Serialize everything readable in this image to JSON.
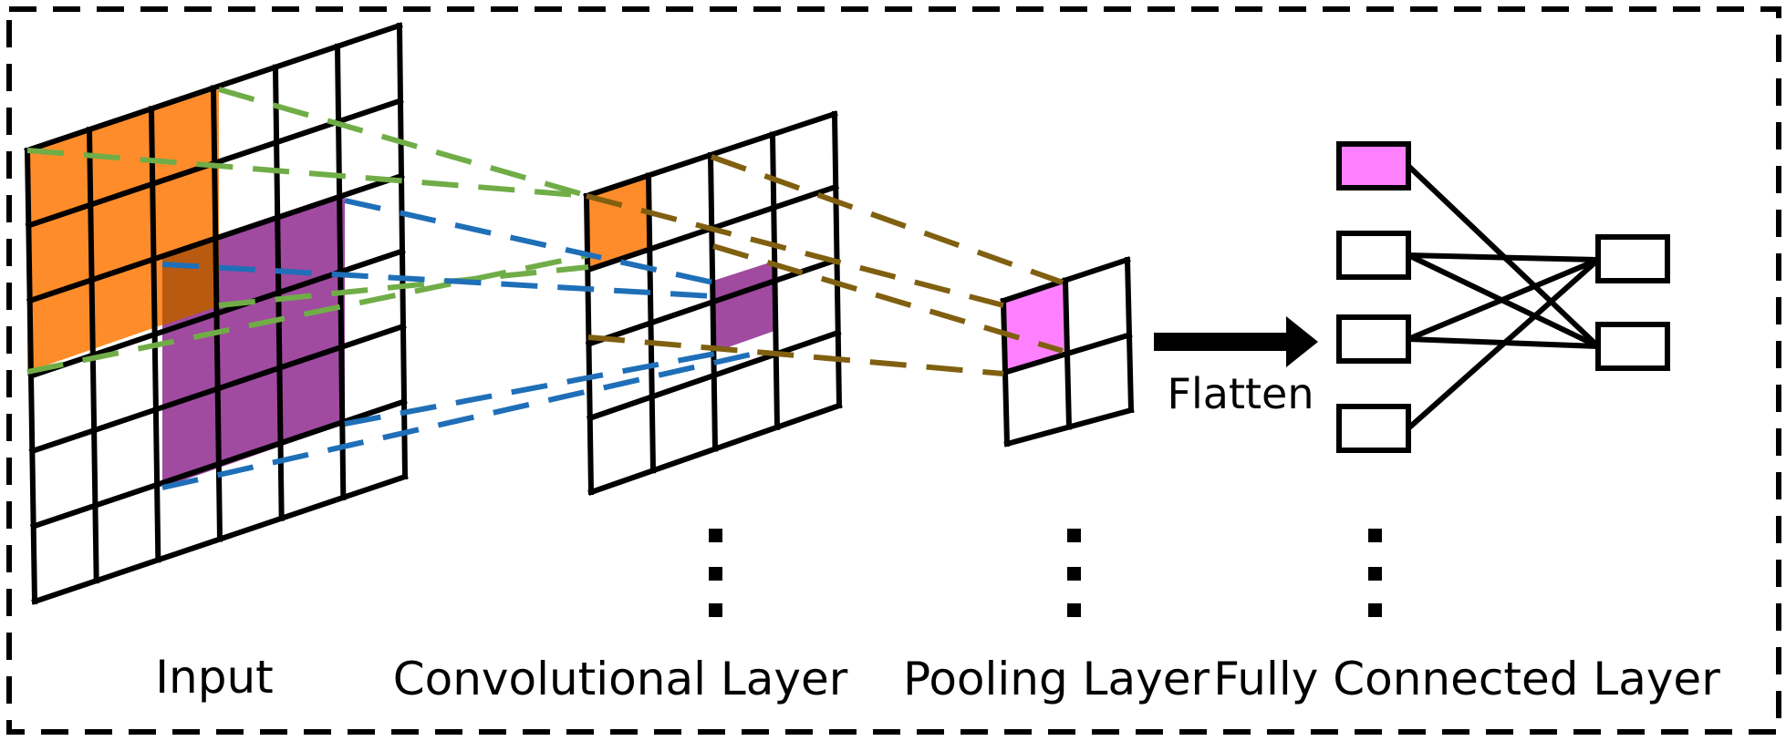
{
  "labels": {
    "input": "Input",
    "conv": "Convolutional Layer",
    "pool": "Pooling Layer",
    "fc": "Fully Connected Layer",
    "flatten": "Flatten"
  },
  "colors": {
    "orange": "#FF8C2A",
    "purple": "#A04AA0",
    "overlap": "#B85A10",
    "pink": "#FF80FF",
    "green_dash": "#70AD47",
    "blue_dash": "#1F6FB8",
    "brown_dash": "#806010"
  },
  "layers": {
    "input": {
      "rows": 6,
      "cols": 6
    },
    "conv": {
      "rows": 4,
      "cols": 4
    },
    "pool": {
      "rows": 2,
      "cols": 2
    },
    "fc_inputs": 4,
    "fc_outputs": 2
  },
  "icons": [
    "ellipsis-vertical-icon",
    "arrow-right-icon"
  ]
}
